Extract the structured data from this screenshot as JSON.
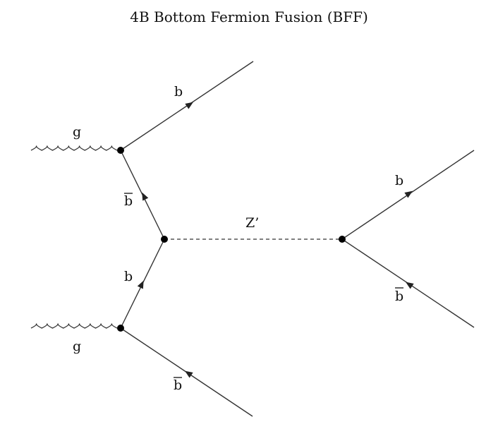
{
  "title": "4B Bottom Fermion Fusion (BFF)",
  "labels": {
    "gluon_top": "g",
    "gluon_bottom": "g",
    "b_out_top": "b",
    "bbar_internal": "b",
    "b_internal": "b",
    "bbar_in_bottom": "b",
    "boson": "Z’",
    "b_out_right": "b",
    "bbar_out_right": "b"
  },
  "particles": {
    "quark": "b",
    "antiquark": "b-bar",
    "gluon": "g",
    "mediator": "Z’"
  }
}
